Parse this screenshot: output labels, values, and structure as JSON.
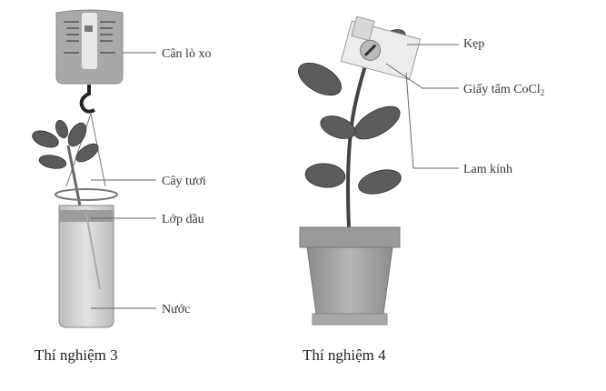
{
  "experiment3": {
    "caption": "Thí nghiệm 3",
    "labels": {
      "scale": "Cân lò xo",
      "plant": "Cây tươi",
      "oil": "Lớp dầu",
      "water": "Nước"
    }
  },
  "experiment4": {
    "caption": "Thí nghiệm 4",
    "labels": {
      "clip": "Kẹp",
      "paper": "Giấy tẩm CoCl",
      "paper_sub": "2",
      "slide": "Lam kính"
    }
  },
  "colors": {
    "dark": "#444444",
    "mid": "#8a8a8a",
    "light": "#cfcfcf"
  }
}
